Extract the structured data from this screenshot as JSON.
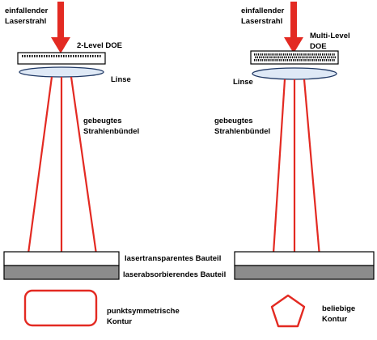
{
  "colors": {
    "beam": "#e32a22",
    "shape": "#e32a22",
    "part_top_fill": "#ffffff",
    "part_bottom_fill": "#8c8c8c",
    "lens_fill": "#dfe9f6",
    "lens_stroke": "#1f3864",
    "doe_fill": "#ffffff"
  },
  "left_setup": {
    "incident_beam_label": [
      "einfallender",
      "Laserstrahl"
    ],
    "doe_label": [
      "2-Level DOE"
    ],
    "lens_label": [
      "Linse"
    ],
    "diffracted_label": [
      "gebeugtes",
      "Strahlenbündel"
    ],
    "contour_label": [
      "punktsymmetrische",
      "Kontur"
    ]
  },
  "right_setup": {
    "incident_beam_label": [
      "einfallender",
      "Laserstrahl"
    ],
    "doe_label": [
      "Multi-Level",
      "DOE"
    ],
    "lens_label": [
      "Linse"
    ],
    "diffracted_label": [
      "gebeugtes",
      "Strahlenbündel"
    ],
    "contour_label": [
      "beliebige",
      "Kontur"
    ]
  },
  "parts": {
    "transparent_label": "lasertransparentes Bauteil",
    "absorbing_label": "laserabsorbierendes Bauteil"
  }
}
